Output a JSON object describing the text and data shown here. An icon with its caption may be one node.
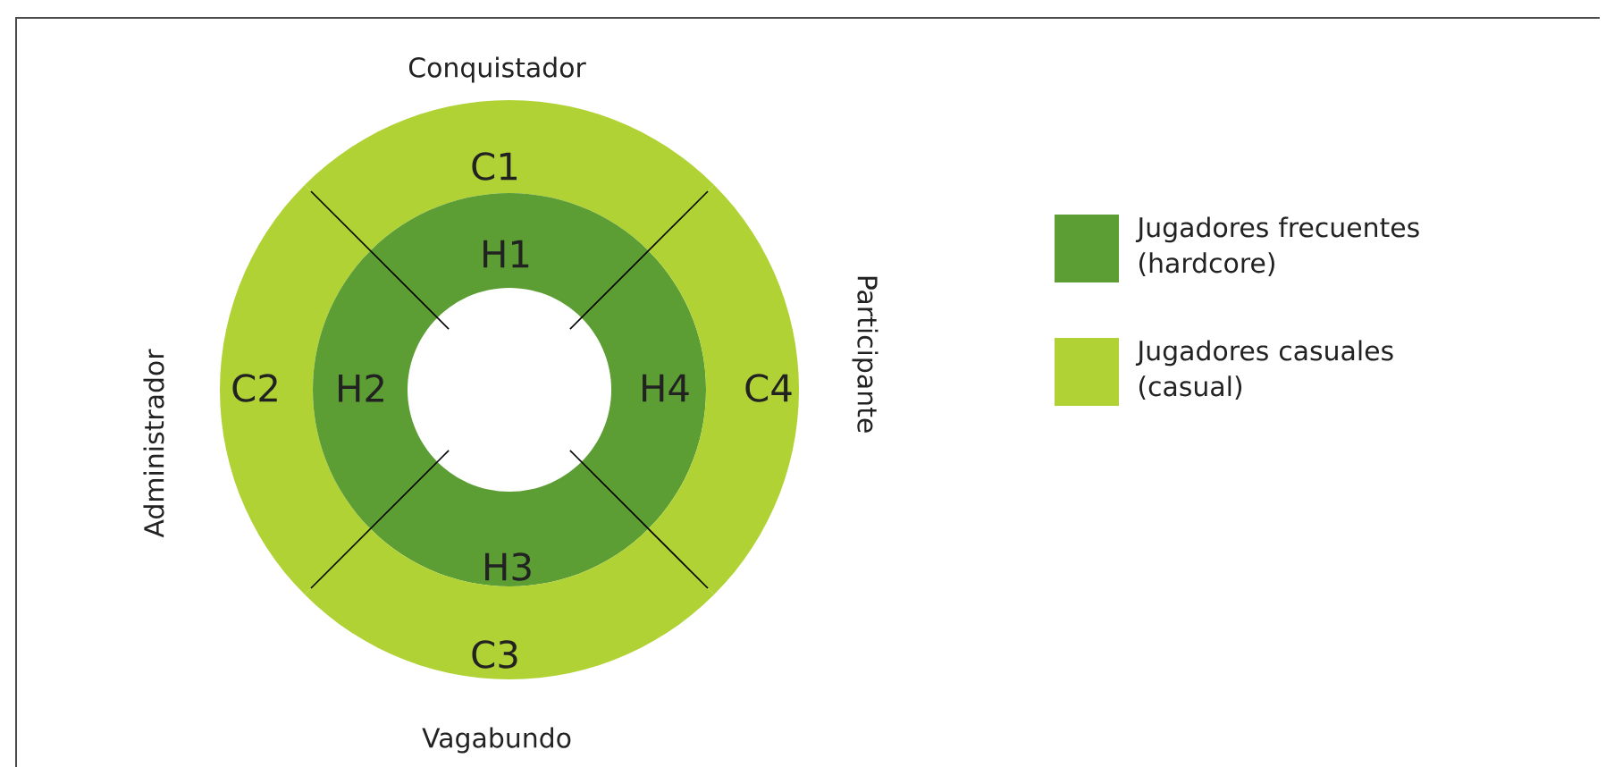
{
  "diagram": {
    "nodes": [
      {
        "text": [
          "C1"
        ]
      },
      {
        "text": [
          "H1"
        ]
      },
      {
        "text": [
          "C2"
        ]
      },
      {
        "text": [
          "H2"
        ]
      },
      {
        "text": [
          "H4"
        ]
      },
      {
        "text": [
          "C4"
        ]
      },
      {
        "text": [
          "H3"
        ]
      },
      {
        "text": [
          "C3"
        ]
      }
    ],
    "labels": [
      "Conquistador",
      "Administrador",
      "Participante",
      "Vagabundo"
    ],
    "legend": [
      {
        "text": "Jugadores frecuentes (hardcore)",
        "color": "#5c9e34"
      },
      {
        "text": "Jugadores casuales (casual)",
        "color": "#b0d235"
      }
    ]
  }
}
